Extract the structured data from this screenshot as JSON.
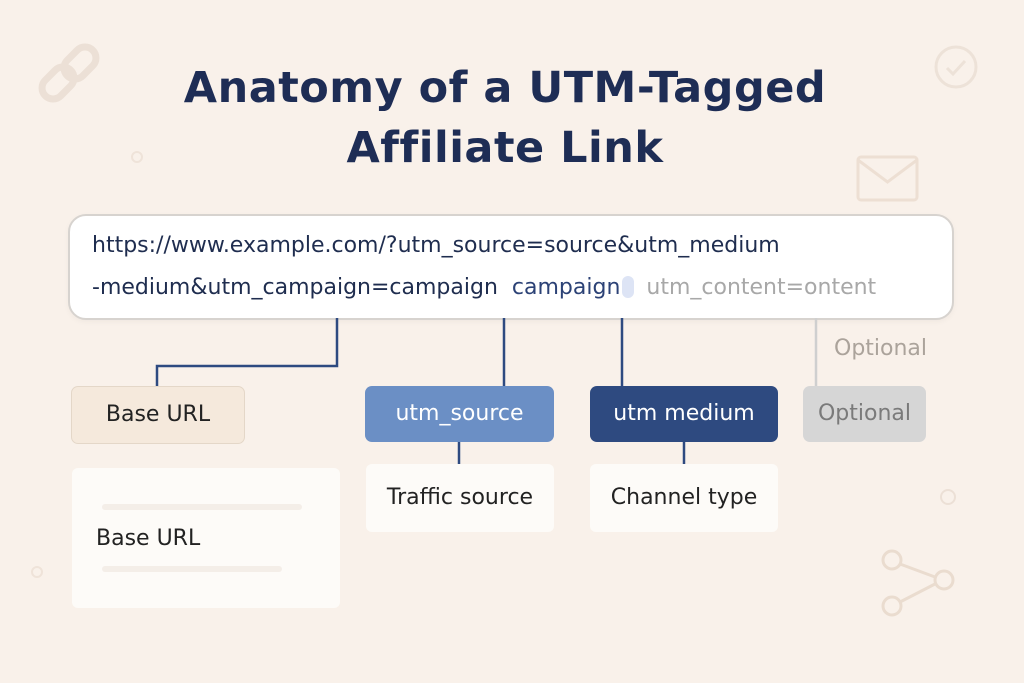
{
  "title": {
    "line1": "Anatomy of a UTM-Tagged",
    "line2": "Affiliate Link"
  },
  "url": {
    "line1": "https://www.example.com/?utm_source=source&utm_medium",
    "line2_main": "-medium&utm_campaign=campaign",
    "line2_campaign": "campaign",
    "line2_content": "utm_content=ontent"
  },
  "labels": {
    "base": "Base URL",
    "source": "utm_source",
    "medium": "utm medium",
    "optional": "Optional",
    "optional_caption": "Optional"
  },
  "descriptions": {
    "base": "Base URL",
    "source": "Traffic source",
    "medium": "Channel type"
  },
  "colors": {
    "background": "#f9f1ea",
    "title": "#1e2d55",
    "source_box": "#6b8fc5",
    "medium_box": "#2e4a80",
    "optional_box": "#d6d6d6",
    "connector_dark": "#2e4a80",
    "connector_gray": "#cfcfcf"
  },
  "decorations": {
    "top_left": "chain-link-icon",
    "top_right": "check-circle-icon",
    "right": "envelope-icon",
    "bottom_right": "share-nodes-icon"
  }
}
